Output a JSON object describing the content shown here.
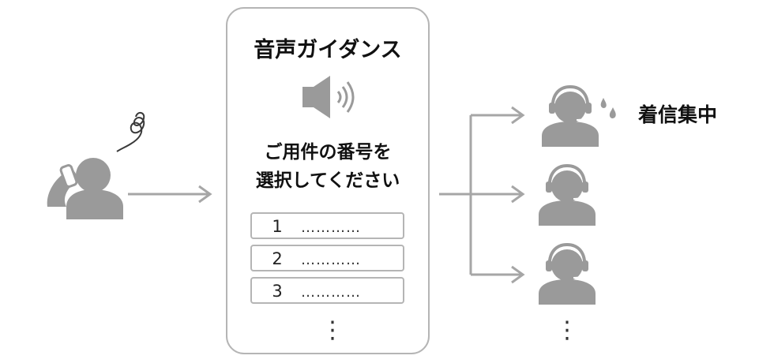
{
  "guidance_panel": {
    "title": "音声ガイダンス",
    "prompt_line1": "ご用件の番号を",
    "prompt_line2": "選択してください",
    "options": [
      {
        "number": "1",
        "dots": "…………"
      },
      {
        "number": "2",
        "dots": "…………"
      },
      {
        "number": "3",
        "dots": "…………"
      }
    ],
    "more": "⋮"
  },
  "operators": {
    "busy_label": "着信集中",
    "more": "⋮"
  },
  "icons": {
    "caller": "caller-on-phone-icon",
    "speaker": "speaker-icon",
    "operator": "headset-operator-icon"
  },
  "colors": {
    "icon_gray": "#9a9a9a",
    "line_gray": "#a6a6a6",
    "panel_border": "#b5b5b5"
  }
}
